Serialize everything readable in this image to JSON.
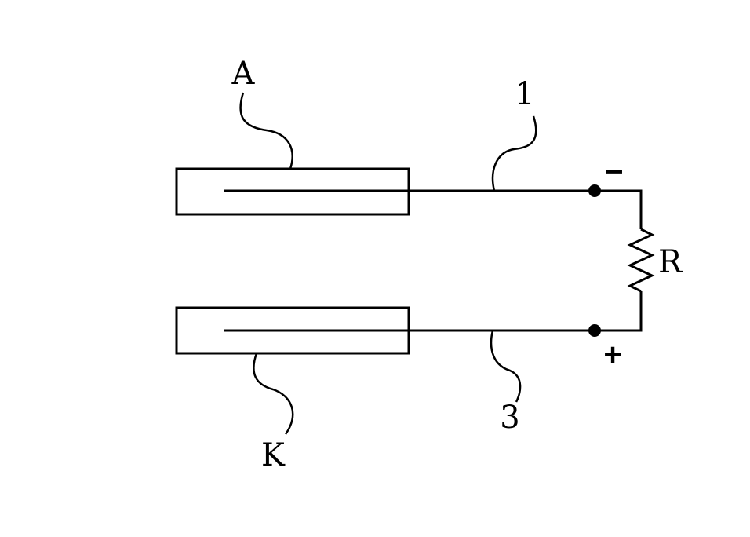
{
  "labels": {
    "anode": "A",
    "cathode": "K",
    "wire_top": "1",
    "wire_bottom": "3",
    "resistor": "R",
    "terminal_negative": "−",
    "terminal_positive": "+"
  }
}
